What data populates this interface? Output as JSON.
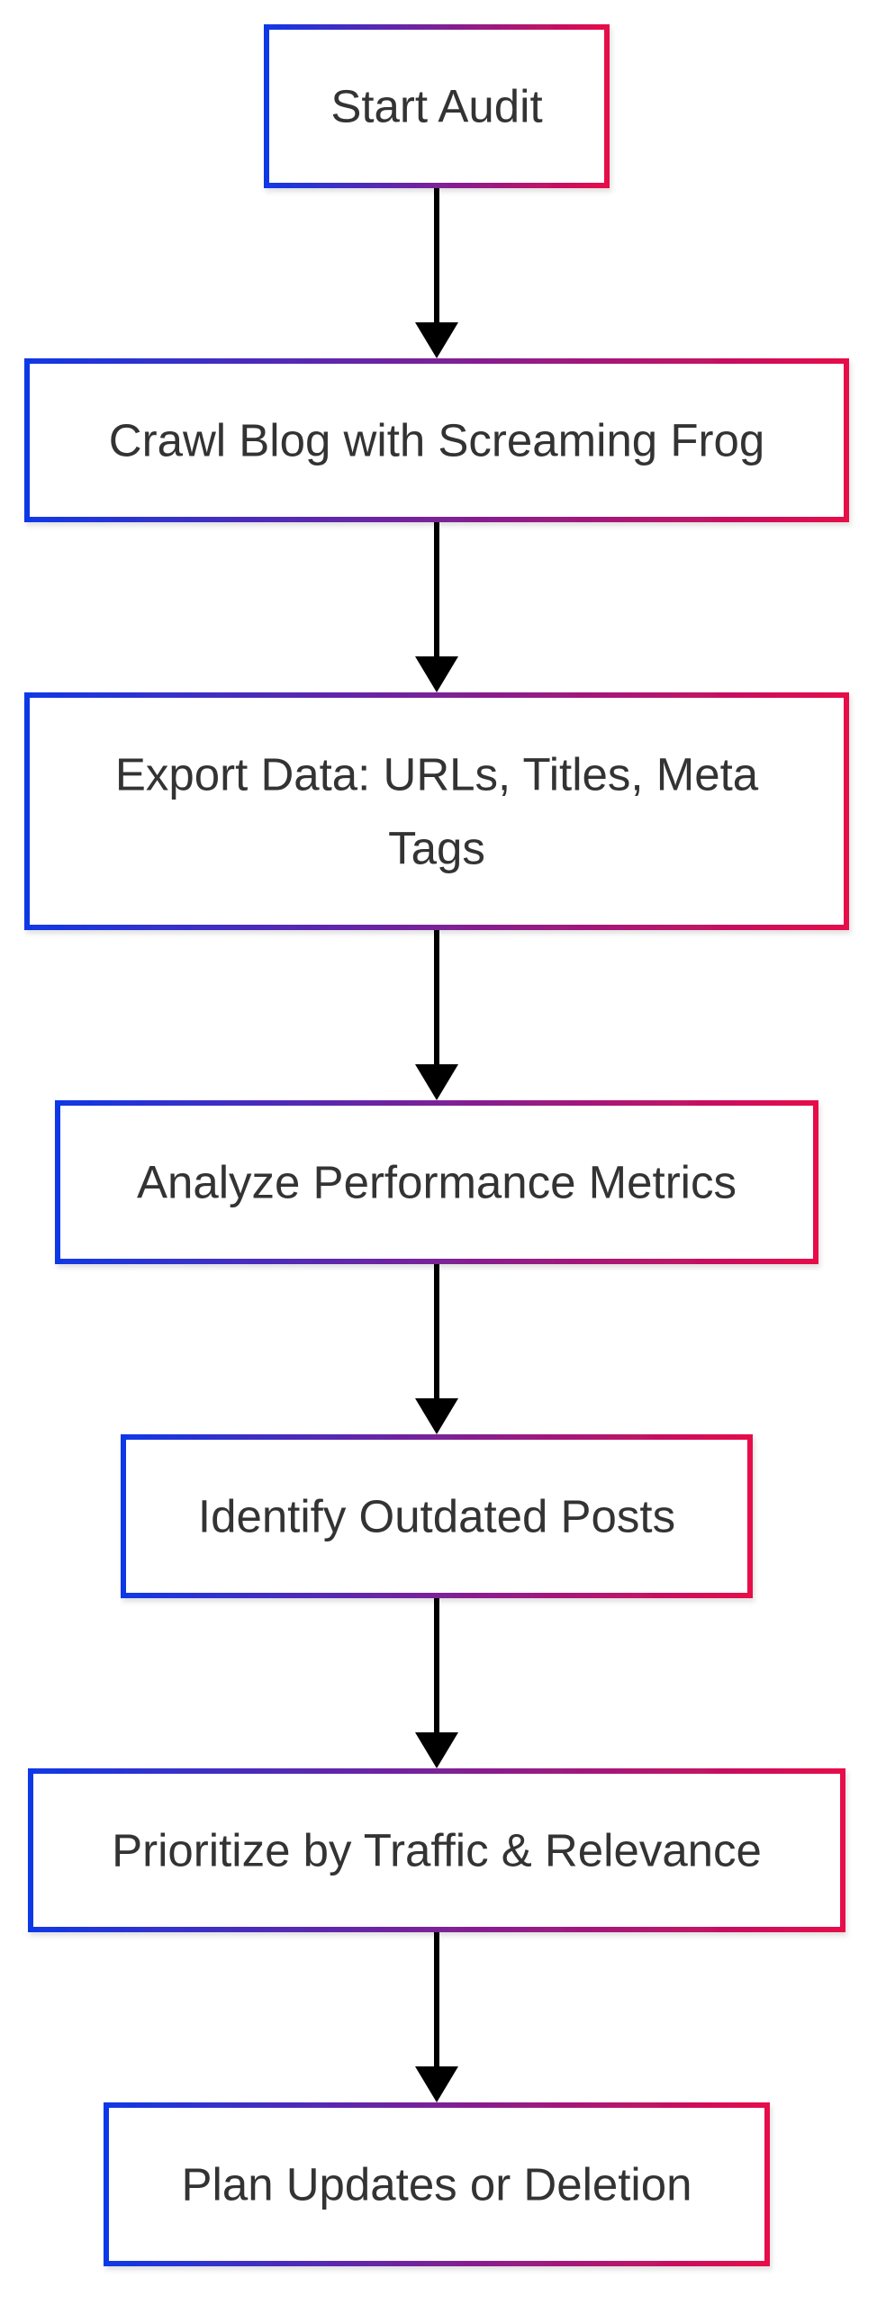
{
  "diagram": {
    "type": "flowchart",
    "direction": "top-to-bottom",
    "colors": {
      "border_start": "#1038e6",
      "border_end": "#e60a4a",
      "text": "#333333",
      "arrow": "#000000",
      "background": "#ffffff"
    },
    "nodes": [
      {
        "id": "start",
        "lines": [
          "Start Audit"
        ]
      },
      {
        "id": "crawl",
        "lines": [
          "Crawl Blog with Screaming Frog"
        ]
      },
      {
        "id": "export",
        "lines": [
          "Export Data: URLs, Titles, Meta",
          "Tags"
        ]
      },
      {
        "id": "analyze",
        "lines": [
          "Analyze Performance Metrics"
        ]
      },
      {
        "id": "identify",
        "lines": [
          "Identify Outdated Posts"
        ]
      },
      {
        "id": "prioritize",
        "lines": [
          "Prioritize by Traffic & Relevance"
        ]
      },
      {
        "id": "plan",
        "lines": [
          "Plan Updates or Deletion"
        ]
      }
    ],
    "edges": [
      {
        "from": "start",
        "to": "crawl"
      },
      {
        "from": "crawl",
        "to": "export"
      },
      {
        "from": "export",
        "to": "analyze"
      },
      {
        "from": "analyze",
        "to": "identify"
      },
      {
        "from": "identify",
        "to": "prioritize"
      },
      {
        "from": "prioritize",
        "to": "plan"
      }
    ]
  }
}
